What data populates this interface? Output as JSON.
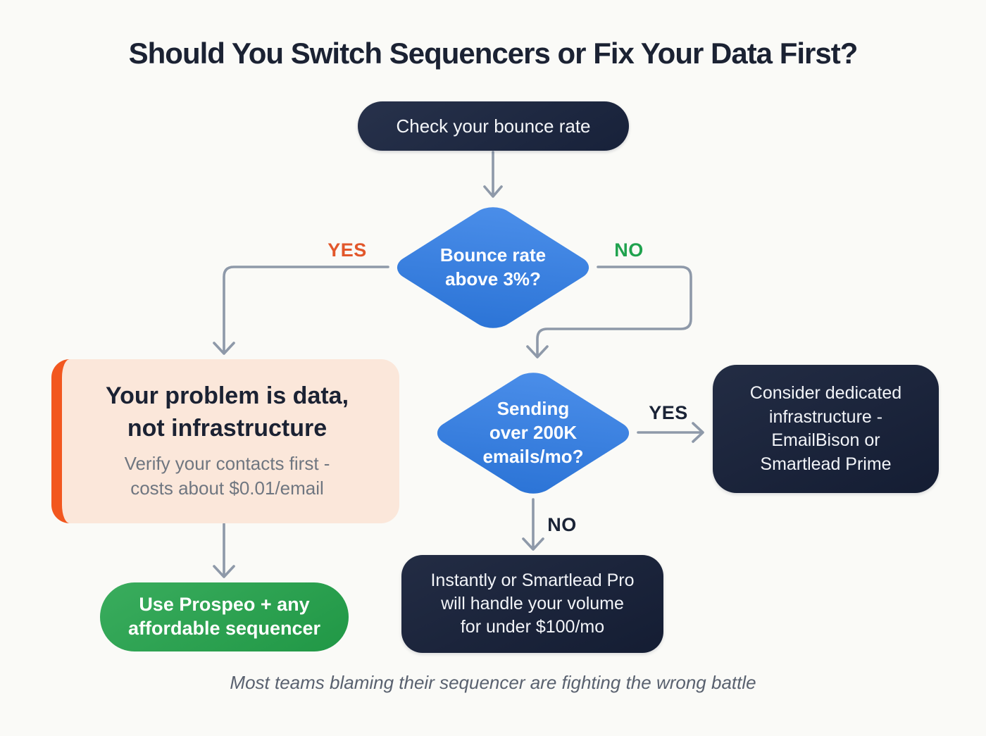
{
  "title": "Should You Switch Sequencers or Fix Your Data First?",
  "flow": {
    "start": "Check your bounce rate",
    "decision_bounce": "Bounce rate\nabove 3%?",
    "decision_volume": "Sending\nover 200K\nemails/mo?",
    "branch_bounce_yes": "YES",
    "branch_bounce_no": "NO",
    "branch_volume_yes": "YES",
    "branch_volume_no": "NO",
    "problem_title": "Your problem is data,\nnot infrastructure",
    "problem_subtitle": "Verify your contacts first -\ncosts about $0.01/email",
    "action_affordable_sequencer": "Use Prospeo + any\naffordable sequencer",
    "action_dedicated": "Consider dedicated\ninfrastructure -\nEmailBison or\nSmartlead Prime",
    "action_volume": "Instantly or Smartlead Pro\nwill handle your volume\nfor under $100/mo"
  },
  "footer": "Most teams blaming their sequencer are fighting the wrong battle",
  "colors": {
    "background": "#FAFAF7",
    "navy": "#1A2336",
    "node-dark": "#17213A",
    "blue": "#2E7CE6",
    "green": "#23A34B",
    "orange": "#F2571F",
    "peach": "#FBE7DA",
    "yes-orange": "#E2572B",
    "no-green": "#1FA24E",
    "connector": "#8E99A9",
    "muted": "#6F7680",
    "footer": "#59616F"
  }
}
